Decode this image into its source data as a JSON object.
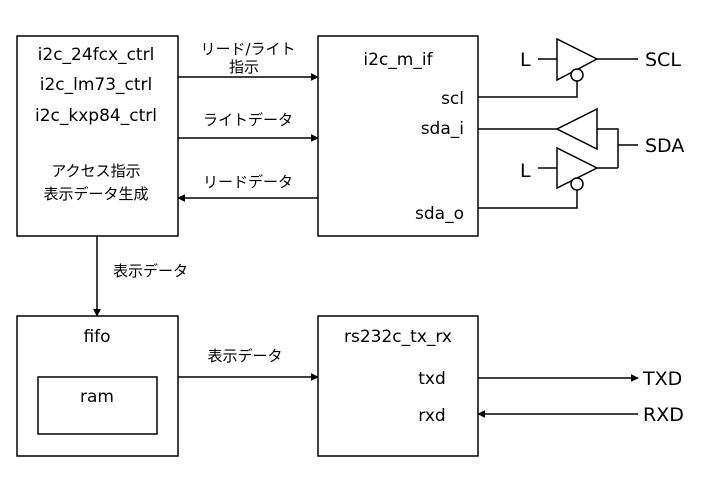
{
  "blocks": {
    "ctrl": {
      "lines": [
        "i2c_24fcx_ctrl",
        "i2c_lm73_ctrl",
        "i2c_kxp84_ctrl"
      ],
      "note": [
        "アクセス指示",
        "表示データ生成"
      ]
    },
    "if": {
      "title": "i2c_m_if",
      "port_scl": "scl",
      "port_sda_i": "sda_i",
      "port_sda_o": "sda_o"
    },
    "fifo": {
      "title": "fifo",
      "inner": "ram"
    },
    "uart": {
      "title": "rs232c_tx_rx",
      "port_txd": "txd",
      "port_rxd": "rxd"
    }
  },
  "signals": {
    "read_cmd": [
      "リード/ライト",
      "指示"
    ],
    "write_data": "ライトデータ",
    "read_data": "リードデータ",
    "disp_data_down": "表示データ",
    "disp_data_right": "表示データ"
  },
  "buffers": {
    "scl_enable": "L",
    "sda_enable": "L"
  },
  "external": {
    "scl": "SCL",
    "sda": "SDA",
    "txd": "TXD",
    "rxd": "RXD"
  }
}
